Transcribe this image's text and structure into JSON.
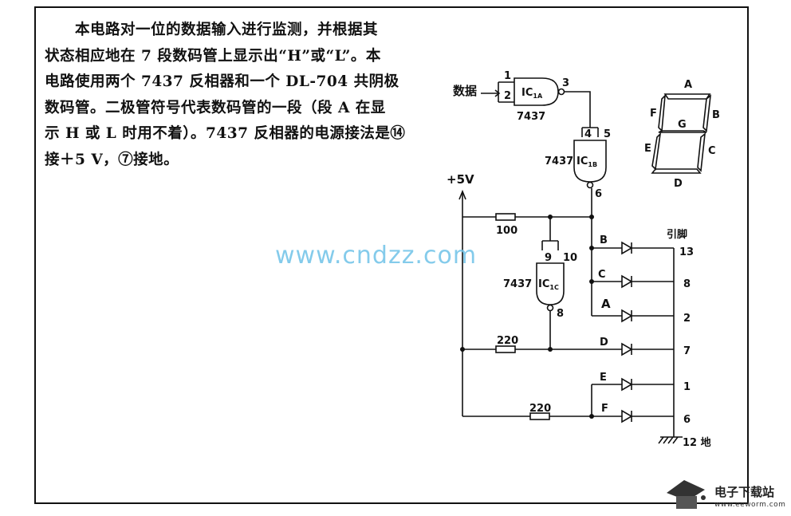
{
  "description": {
    "lines": [
      "　　本电路对一位的数据输入进行监测，并根据其",
      "状态相应地在 7 段数码管上显示出“H”或“L”。本",
      "电路使用两个 7437 反相器和一个 DL-704 共阴极",
      "数码管。二极管符号代表数码管的一段（段 A 在显",
      "示 H 或 L 时用不着）。7437 反相器的电源接法是⑭",
      "接＋5 V，⑦接地。"
    ]
  },
  "circuit": {
    "input_label": "数据",
    "supply_label": "+5V",
    "gates": [
      {
        "name": "IC1A",
        "chip": "7437",
        "sub": "1A",
        "pins": [
          "1",
          "2",
          "3"
        ]
      },
      {
        "name": "IC1B",
        "chip": "7437",
        "sub": "1B",
        "pins": [
          "4",
          "5",
          "6"
        ]
      },
      {
        "name": "IC1C",
        "chip": "7437",
        "sub": "1C",
        "pins": [
          "9",
          "10",
          "8"
        ]
      }
    ],
    "resistors": [
      "100",
      "220",
      "220"
    ],
    "segments": [
      "B",
      "C",
      "A",
      "D",
      "E",
      "F"
    ],
    "pin_header": "引脚",
    "pins": [
      "13",
      "8",
      "2",
      "7",
      "1",
      "6"
    ],
    "ground_label": "12 地"
  },
  "display": {
    "segments": [
      "A",
      "B",
      "C",
      "D",
      "E",
      "F",
      "G"
    ]
  },
  "watermark": "www.cndzz.com",
  "site": {
    "name": "电子下载站",
    "url": "www.eeworm.com"
  }
}
